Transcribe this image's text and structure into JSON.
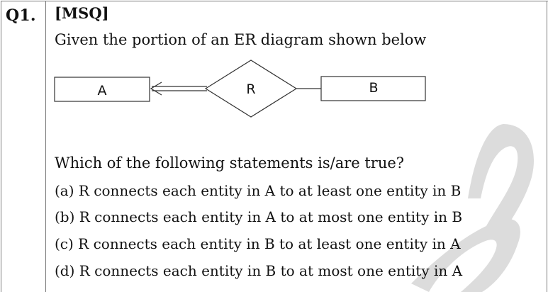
{
  "question": {
    "number": "Q1.",
    "type": "[MSQ]",
    "stem": "Given the portion of an ER diagram shown below",
    "prompt": "Which of the following statements is/are true?"
  },
  "diagram": {
    "entity_a": "A",
    "relationship": "R",
    "entity_b": "B"
  },
  "options": [
    "(a) R connects each entity in A to at least one entity in B",
    "(b) R connects each entity in A to at most one entity in B",
    "(c) R connects each entity in B to at least one entity in A",
    "(d) R connects each entity in B to at most one entity in A"
  ],
  "colors": {
    "border": "#7a7a7a",
    "text": "#111111",
    "watermark": "#d9d9d9"
  }
}
